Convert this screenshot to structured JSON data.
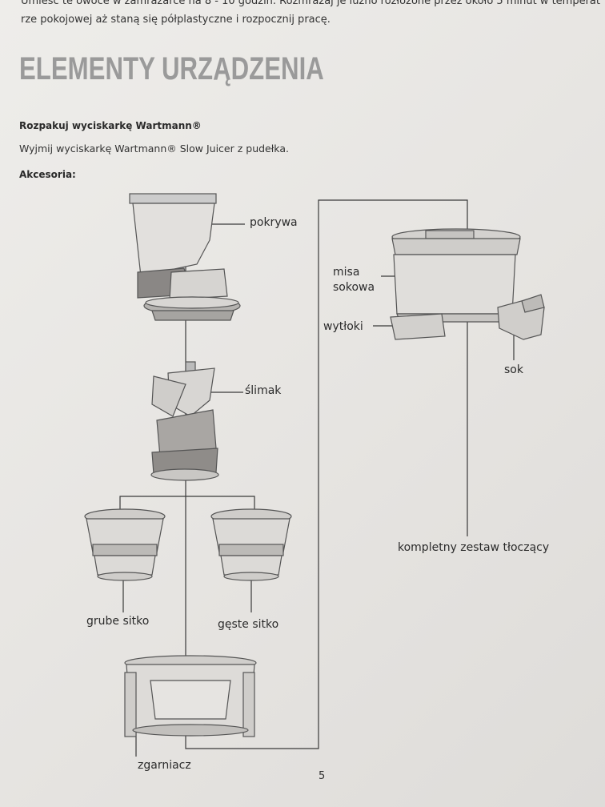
{
  "top_text": {
    "line1": "Umieść te owoce w zamrażarce na 8 - 10 godzin. Rozmrażaj je lużno rozłożone przez około 5 minut w temperat",
    "line2": "rze pokojowej aż staną się półplastyczne i rozpocznij pracę."
  },
  "section": {
    "title": "ELEMENTY URZĄDZENIA",
    "subtitle": "Rozpakuj wyciskarkę Wartmann®",
    "instruction": "Wyjmij wyciskarkę Wartmann® Slow Juicer z pudełka.",
    "accessories_label": "Akcesoria:"
  },
  "labels": {
    "lid": "pokrywa",
    "bowl": "misa sokowa",
    "pulp": "wytłoki",
    "juice": "sok",
    "auger": "ślimak",
    "complete_set": "kompletny zestaw tłoczący",
    "coarse_sieve": "grube sitko",
    "fine_sieve": "gęste sitko",
    "scraper": "zgarniacz"
  },
  "page_number": "5"
}
